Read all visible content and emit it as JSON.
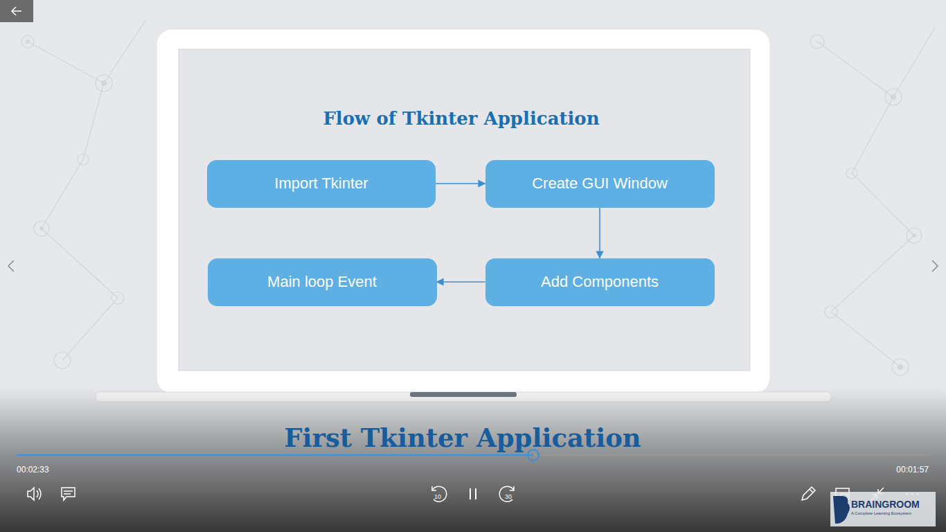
{
  "diagram": {
    "title": "Flow of Tkinter Application",
    "nodes": [
      {
        "text": [
          "Import Tkinter"
        ]
      },
      {
        "text": [
          "Create GUI Window"
        ]
      },
      {
        "text": [
          "Main loop Event"
        ]
      },
      {
        "text": [
          "Add Components"
        ]
      }
    ],
    "edges": [
      {
        "from": 0,
        "to": 1,
        "arrow": "to"
      },
      {
        "from": 1,
        "to": 3,
        "arrow": "to"
      },
      {
        "from": 3,
        "to": 2,
        "arrow": "to"
      }
    ],
    "labels": [
      "First Tkinter Application",
      "00:02:33",
      "00:01:57",
      "10",
      "30",
      "BRAINGROOM",
      "A Complete Learning Ecosystem"
    ]
  }
}
